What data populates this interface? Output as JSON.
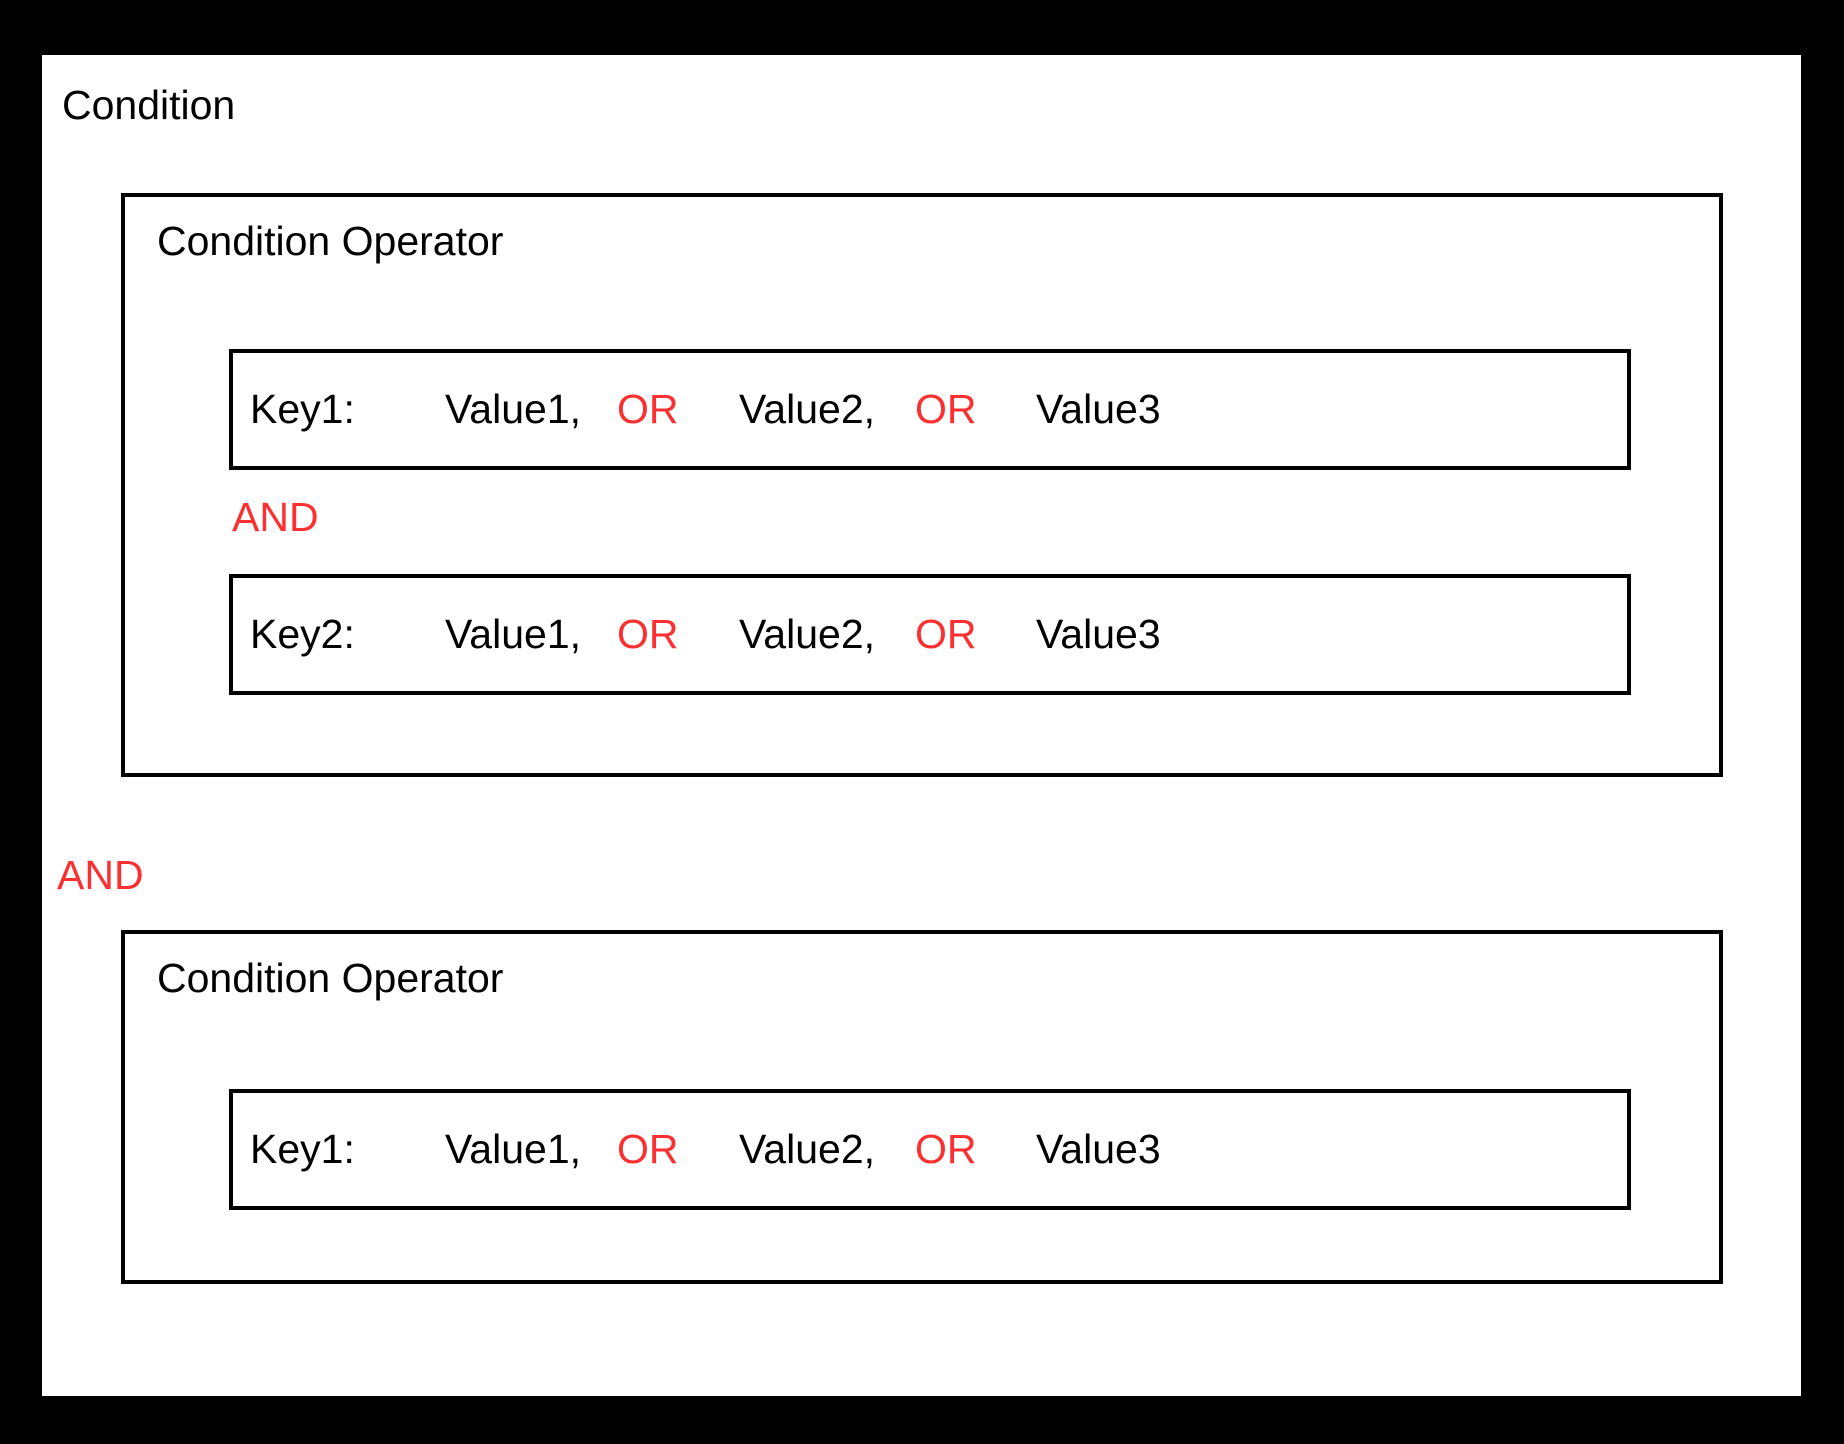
{
  "diagram": {
    "title": "Condition",
    "accent_red": "#FC3030",
    "ink": "#000000",
    "background": "#000000",
    "panel_background": "#FFFFFF",
    "groups": [
      {
        "label": "Condition Operator",
        "rows": [
          {
            "key": "Key1:",
            "value1": "Value1,",
            "op1": "OR",
            "value2": "Value2,",
            "op2": "OR",
            "value3": "Value3"
          },
          {
            "key": "Key2:",
            "value1": "Value1,",
            "op1": "OR",
            "value2": "Value2,",
            "op2": "OR",
            "value3": "Value3"
          }
        ],
        "row_connector": "AND"
      },
      {
        "label": "Condition Operator",
        "rows": [
          {
            "key": "Key1:",
            "value1": "Value1,",
            "op1": "OR",
            "value2": "Value2,",
            "op2": "OR",
            "value3": "Value3"
          }
        ],
        "row_connector": ""
      }
    ],
    "group_connector": "AND"
  }
}
